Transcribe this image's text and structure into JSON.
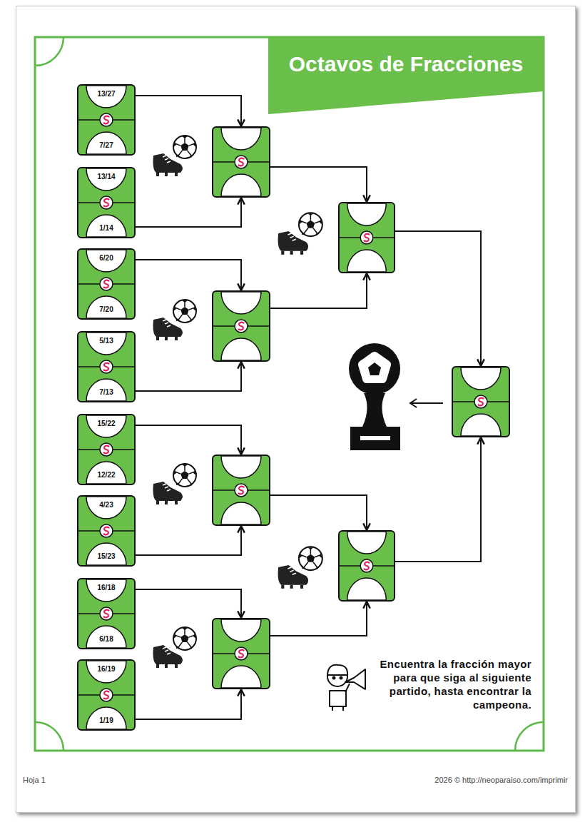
{
  "diagram": {
    "title": "Octavos de Fracciones",
    "nodes": [
      {
        "text": [
          "13/27",
          "7/27"
        ]
      },
      {
        "text": [
          "13/14",
          "1/14"
        ]
      },
      {
        "text": [
          "6/20",
          "7/20"
        ]
      },
      {
        "text": [
          "5/13",
          "7/13"
        ]
      },
      {
        "text": [
          "15/22",
          "12/22"
        ]
      },
      {
        "text": [
          "4/23",
          "15/23"
        ]
      },
      {
        "text": [
          "16/18",
          "6/18"
        ]
      },
      {
        "text": [
          "16/19",
          "1/19"
        ]
      },
      {
        "text": []
      },
      {
        "text": []
      },
      {
        "text": []
      },
      {
        "text": []
      },
      {
        "text": []
      },
      {
        "text": []
      },
      {
        "text": []
      }
    ],
    "edges": [
      {
        "from": 0,
        "to": 8,
        "arrow": "to"
      },
      {
        "from": 1,
        "to": 8,
        "arrow": "to"
      },
      {
        "from": 2,
        "to": 9,
        "arrow": "to"
      },
      {
        "from": 3,
        "to": 9,
        "arrow": "to"
      },
      {
        "from": 4,
        "to": 10,
        "arrow": "to"
      },
      {
        "from": 5,
        "to": 10,
        "arrow": "to"
      },
      {
        "from": 6,
        "to": 11,
        "arrow": "to"
      },
      {
        "from": 7,
        "to": 11,
        "arrow": "to"
      },
      {
        "from": 8,
        "to": 12,
        "arrow": "to"
      },
      {
        "from": 9,
        "to": 12,
        "arrow": "to"
      },
      {
        "from": 10,
        "to": 13,
        "arrow": "to"
      },
      {
        "from": 11,
        "to": 13,
        "arrow": "to"
      },
      {
        "from": 12,
        "to": 14,
        "arrow": "to"
      },
      {
        "from": 13,
        "to": 14,
        "arrow": "to"
      }
    ],
    "labels": [
      "Encuentra la fracción mayor para que siga al siguiente partido, hasta encontrar la campeona.",
      "Hoja 1",
      "2026 © http://neoparaiso.com/imprimir"
    ]
  }
}
